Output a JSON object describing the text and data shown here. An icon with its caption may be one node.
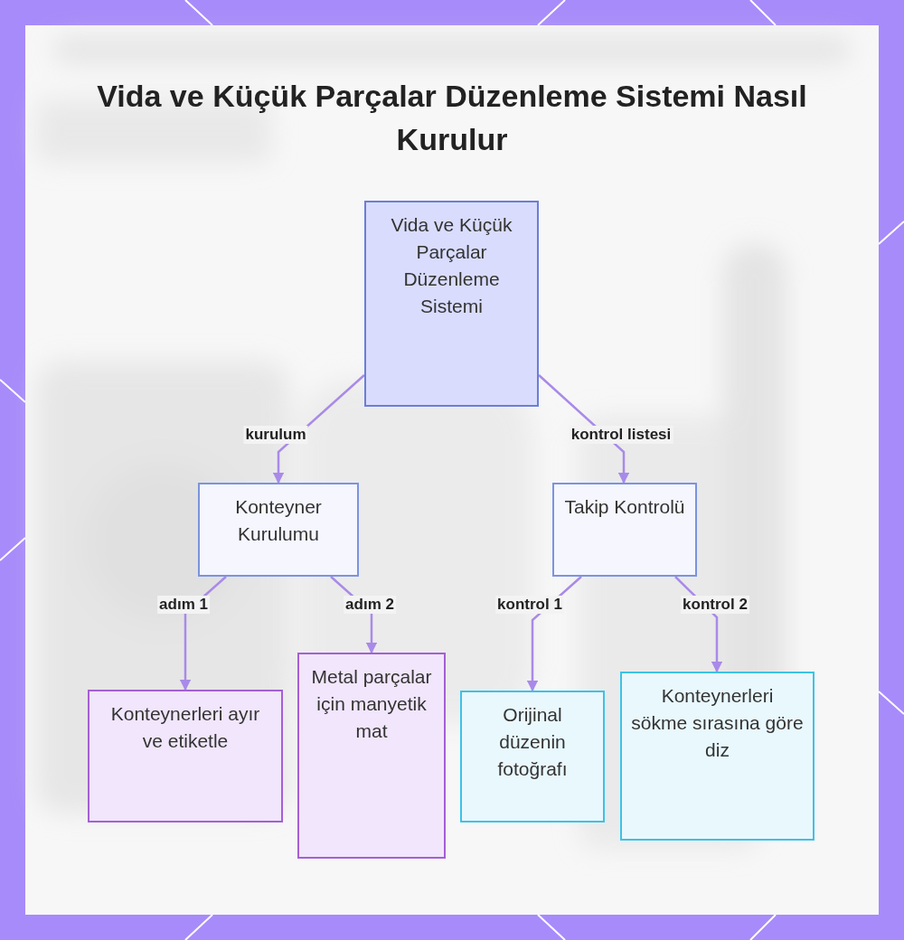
{
  "diagram": {
    "title": "Vida ve Küçük Parçalar Düzenleme Sistemi Nasıl Kurulur",
    "nodes": [
      {
        "text": [
          "Vida ve Küçük Parçalar Düzenleme Sistemi"
        ]
      },
      {
        "text": [
          "Konteyner Kurulumu"
        ]
      },
      {
        "text": [
          "Takip Kontrolü"
        ]
      },
      {
        "text": [
          "Konteynerleri ayır ve etiketle"
        ]
      },
      {
        "text": [
          "Metal parçalar için manyetik mat"
        ]
      },
      {
        "text": [
          "Orijinal düzenin fotoğrafı"
        ]
      },
      {
        "text": [
          "Konteynerleri sökme sırasına göre diz"
        ]
      }
    ],
    "edges": [
      {
        "from": 0,
        "to": 1,
        "arrow": "to",
        "label": "kurulum"
      },
      {
        "from": 0,
        "to": 2,
        "arrow": "to",
        "label": "kontrol listesi"
      },
      {
        "from": 1,
        "to": 3,
        "arrow": "to",
        "label": "adım 1"
      },
      {
        "from": 1,
        "to": 4,
        "arrow": "to",
        "label": "adım 2"
      },
      {
        "from": 2,
        "to": 5,
        "arrow": "to",
        "label": "kontrol 1"
      },
      {
        "from": 2,
        "to": 6,
        "arrow": "to",
        "label": "kontrol 2"
      }
    ]
  }
}
